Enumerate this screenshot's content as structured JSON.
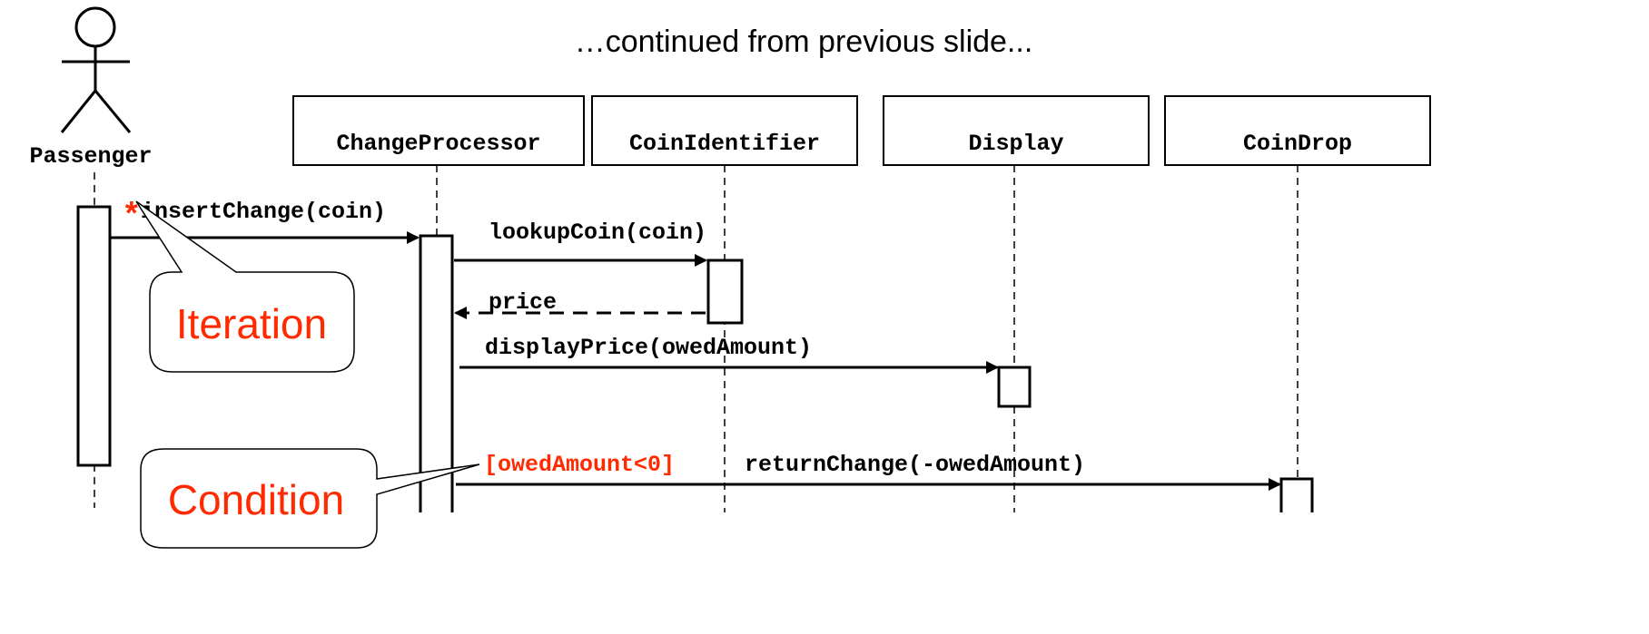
{
  "header": {
    "subtitle": "…continued from previous slide..."
  },
  "actor": {
    "name": "Passenger",
    "icon": "stick-figure-icon"
  },
  "participants": [
    {
      "name": "ChangeProcessor"
    },
    {
      "name": "CoinIdentifier"
    },
    {
      "name": "Display"
    },
    {
      "name": "CoinDrop"
    }
  ],
  "messages": {
    "iteration_marker": "*",
    "insert_change": "insertChange(coin)",
    "lookup_coin": "lookupCoin(coin)",
    "price_return": "price",
    "display_price": "displayPrice(owedAmount)",
    "guard_condition": "[owedAmount<0]",
    "return_change": "returnChange(-owedAmount)"
  },
  "callouts": {
    "iteration": "Iteration",
    "condition": "Condition"
  },
  "colors": {
    "ink": "#000000",
    "accent": "#ff2a00",
    "background": "#ffffff"
  }
}
